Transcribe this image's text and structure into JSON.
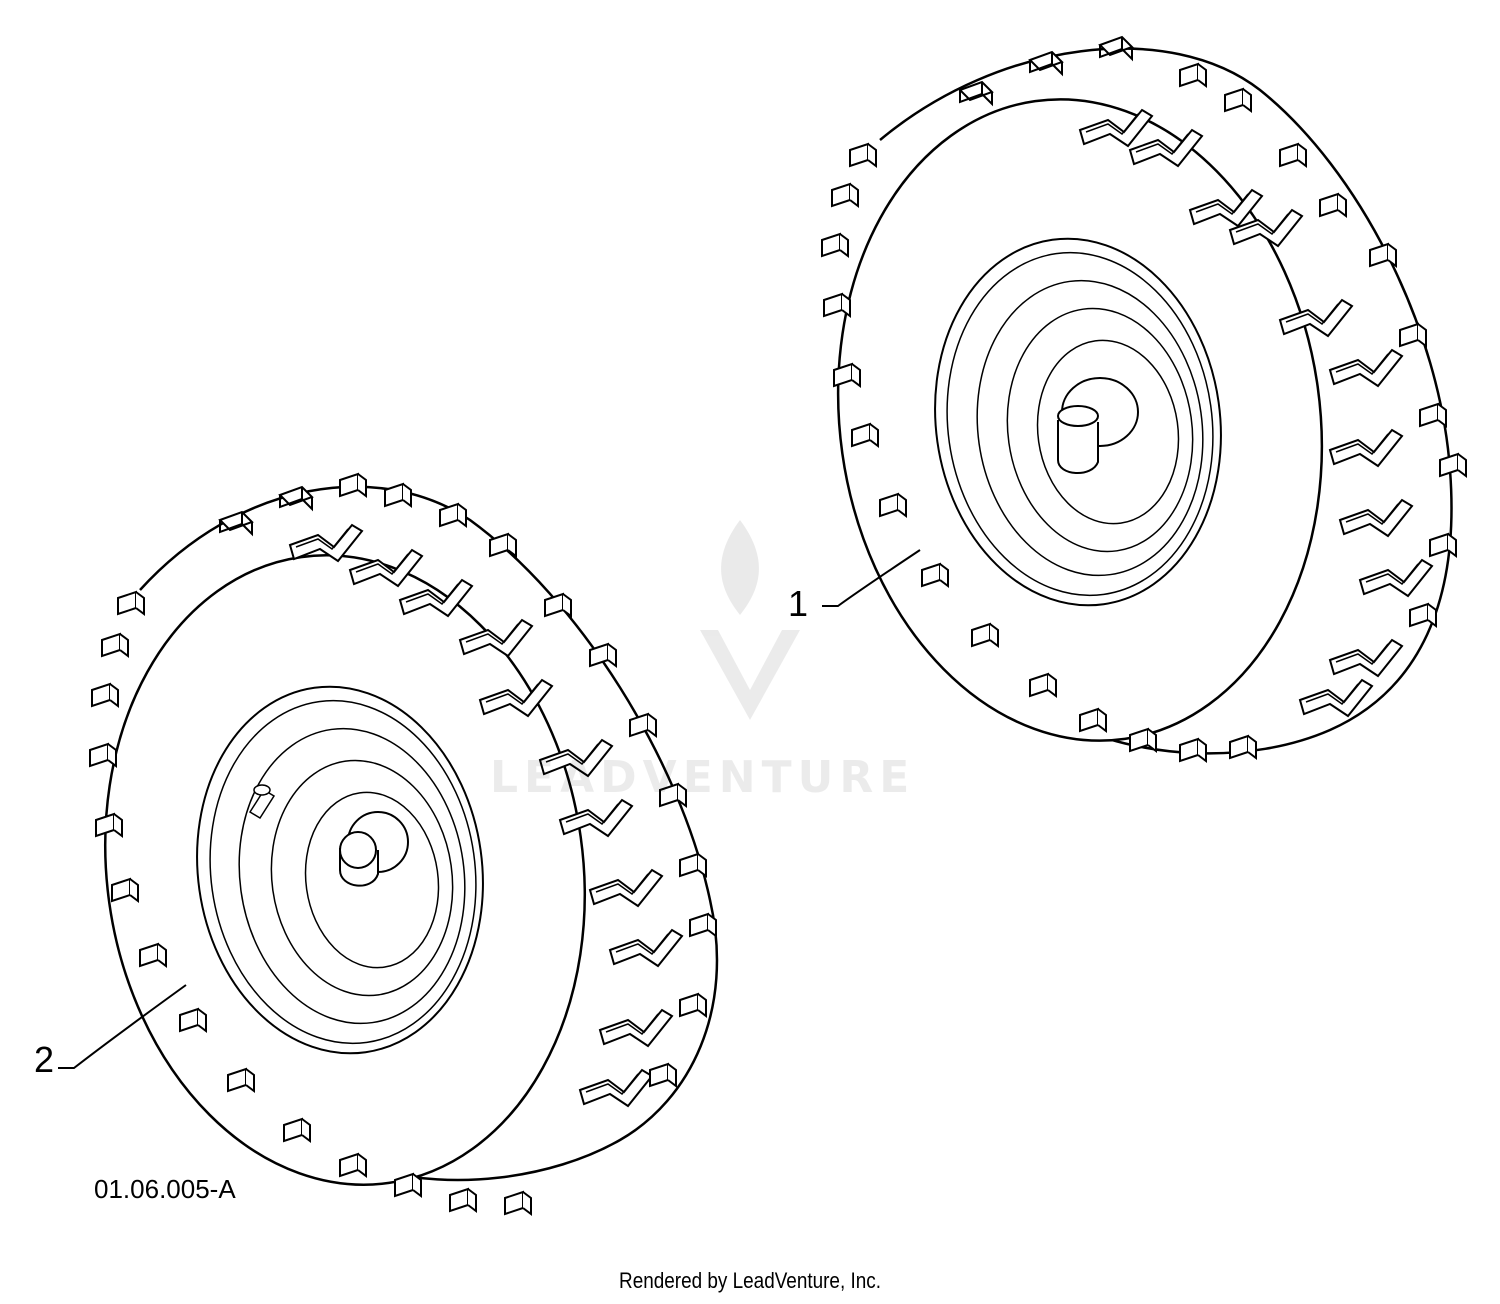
{
  "diagram": {
    "callouts": [
      {
        "id": "1",
        "label": "1",
        "part": "wheel-assembly-right"
      },
      {
        "id": "2",
        "label": "2",
        "part": "wheel-assembly-left"
      }
    ],
    "drawing_number": "01.06.005-A",
    "credit": "Rendered by LeadVenture, Inc.",
    "watermark": {
      "text": "LEADVENTURE",
      "logo": "flame-v-logo"
    },
    "line_color": "#000000",
    "background": "#ffffff"
  }
}
